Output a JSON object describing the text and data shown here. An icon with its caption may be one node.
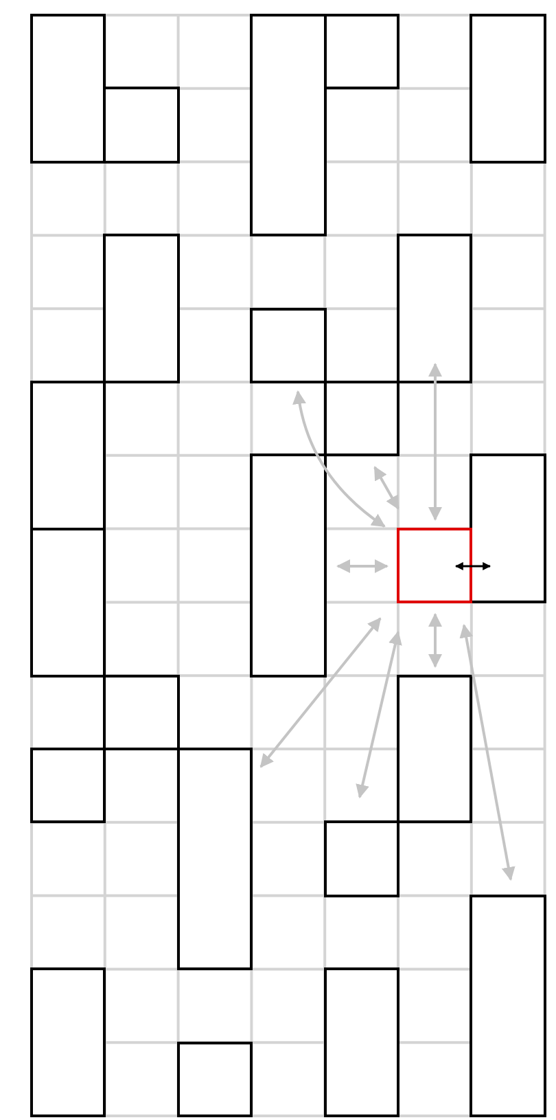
{
  "diagram": {
    "nodes": [
      {
        "text": [],
        "shape": "box"
      },
      {
        "text": [],
        "shape": "box"
      },
      {
        "text": [],
        "shape": "box"
      },
      {
        "text": [],
        "shape": "box"
      },
      {
        "text": [],
        "shape": "box"
      },
      {
        "text": [],
        "shape": "box"
      },
      {
        "text": [],
        "shape": "box"
      },
      {
        "text": [],
        "shape": "box"
      },
      {
        "text": [],
        "shape": "box"
      },
      {
        "text": [],
        "shape": "box"
      },
      {
        "text": [],
        "shape": "box"
      },
      {
        "text": [],
        "shape": "box"
      },
      {
        "text": [],
        "shape": "box"
      },
      {
        "text": [],
        "shape": "box"
      },
      {
        "text": [],
        "shape": "box"
      },
      {
        "text": [],
        "shape": "box"
      },
      {
        "text": [],
        "shape": "box"
      },
      {
        "text": [],
        "shape": "box"
      },
      {
        "text": [],
        "shape": "box"
      },
      {
        "text": [],
        "shape": "box"
      },
      {
        "text": [],
        "shape": "box"
      },
      {
        "text": [],
        "shape": "box"
      },
      {
        "text": [],
        "shape": "box"
      }
    ],
    "edges": [
      {
        "from": 7,
        "to": 13,
        "arrow": "both"
      },
      {
        "from": 9,
        "to": 13,
        "arrow": "both"
      },
      {
        "from": 6,
        "to": 13,
        "arrow": "both"
      },
      {
        "from": 10,
        "to": 13,
        "arrow": "both"
      },
      {
        "from": 13,
        "to": 17,
        "arrow": "both"
      },
      {
        "from": 13,
        "to": 18,
        "arrow": "both"
      },
      {
        "from": 13,
        "to": 15,
        "arrow": "both"
      },
      {
        "from": 13,
        "to": 19,
        "arrow": "both"
      }
    ]
  }
}
